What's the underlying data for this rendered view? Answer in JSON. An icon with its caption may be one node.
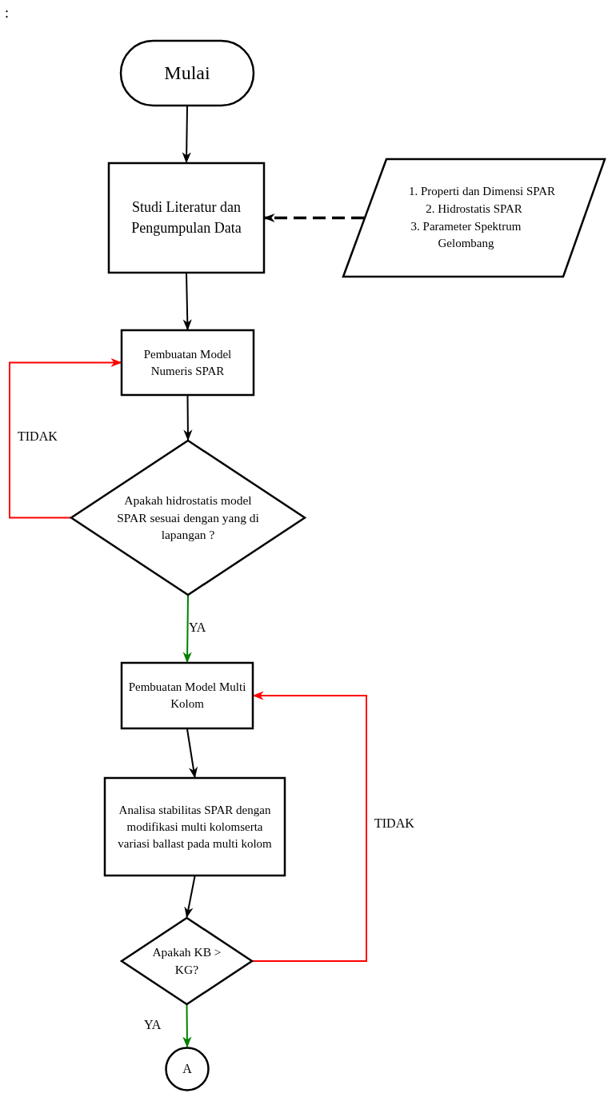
{
  "diagram": {
    "nodes": [
      {
        "text": [
          "Mulai"
        ]
      },
      {
        "text": [
          "Studi Literatur dan Pengumpulan Data"
        ]
      },
      {
        "text": [
          "1. Properti dan Dimensi SPAR",
          "2. Hidrostatis SPAR",
          "3. Parameter Spektrum Gelombang"
        ]
      },
      {
        "text": [
          "Pembuatan Model Numeris SPAR"
        ]
      },
      {
        "text": [
          "Apakah hidrostatis model SPAR sesuai dengan yang di lapangan ?"
        ]
      },
      {
        "text": [
          "Pembuatan Model Multi Kolom"
        ]
      },
      {
        "text": [
          "Analisa stabilitas SPAR dengan modifikasi multi kolomserta variasi ballast pada multi kolom"
        ]
      },
      {
        "text": [
          "Apakah KB > KG?"
        ]
      },
      {
        "text": [
          "A"
        ]
      }
    ],
    "edges": [
      {
        "from": 0,
        "to": 1,
        "arrow": "to"
      },
      {
        "from": 2,
        "to": 1,
        "arrow": "to",
        "style": "dashed"
      },
      {
        "from": 1,
        "to": 3,
        "arrow": "to"
      },
      {
        "from": 3,
        "to": 4,
        "arrow": "to"
      },
      {
        "from": 4,
        "to": 3,
        "arrow": "to",
        "label": "TIDAK",
        "color": "#ff0000"
      },
      {
        "from": 4,
        "to": 5,
        "arrow": "to",
        "label": "YA",
        "color": "#008000"
      },
      {
        "from": 5,
        "to": 6,
        "arrow": "to"
      },
      {
        "from": 6,
        "to": 7,
        "arrow": "to"
      },
      {
        "from": 7,
        "to": 5,
        "arrow": "to",
        "label": "TIDAK",
        "color": "#ff0000"
      },
      {
        "from": 7,
        "to": 8,
        "arrow": "to",
        "label": "YA",
        "color": "#008000"
      }
    ],
    "labels": [
      ":"
    ]
  }
}
